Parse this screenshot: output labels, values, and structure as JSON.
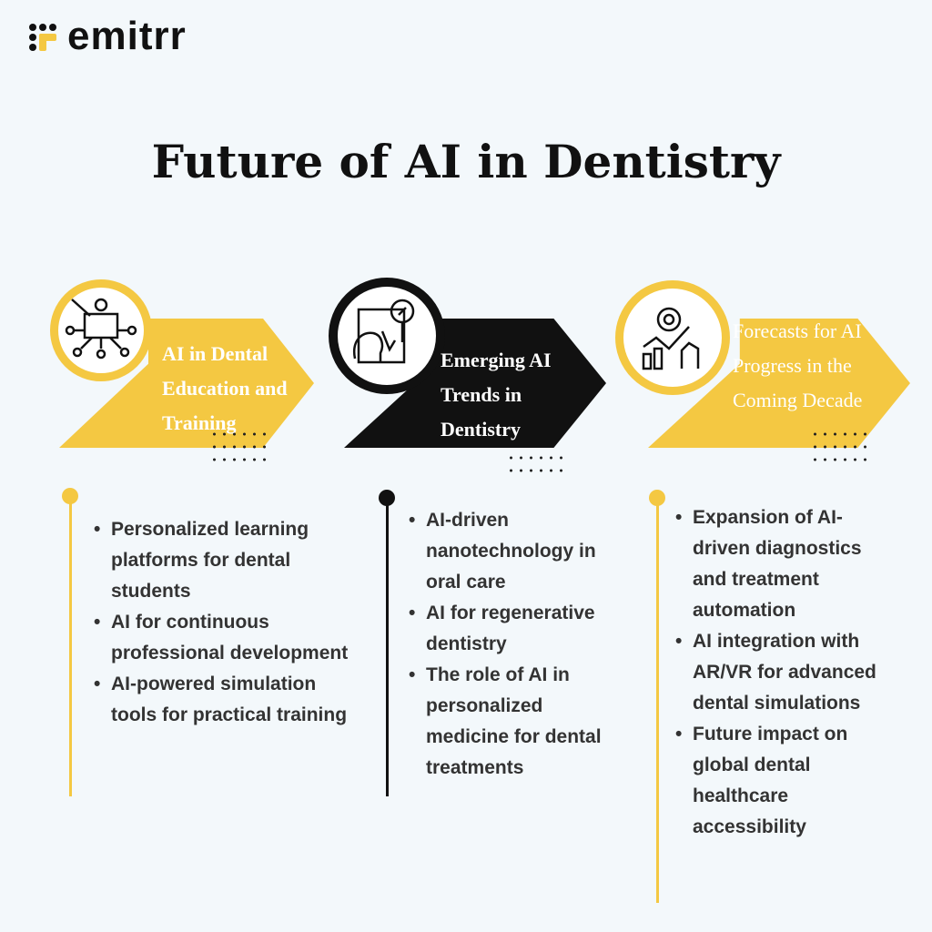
{
  "brand": {
    "name": "emitrr",
    "accent": "#f4c842"
  },
  "title": "Future of AI in Dentistry",
  "sections": [
    {
      "heading": "AI in Dental Education and Training",
      "color": "#f4c842",
      "icon": "teacher-network-icon",
      "items": [
        "Personalized learning platforms for dental students",
        "AI for continuous professional development",
        "AI-powered simulation tools for practical training"
      ]
    },
    {
      "heading": "Emerging AI Trends in Dentistry",
      "color": "#111111",
      "icon": "ai-brain-search-icon",
      "items": [
        "AI-driven nanotechnology in oral care",
        "AI for regenerative dentistry",
        "The role of AI in personalized medicine for dental treatments"
      ]
    },
    {
      "heading": "Forecasts for AI Progress in the Coming Decade",
      "color": "#f4c842",
      "icon": "gear-chart-robot-hand-icon",
      "items": [
        "Expansion of AI-driven diagnostics and treatment automation",
        "AI integration with AR/VR for advanced dental simulations",
        "Future impact on global dental healthcare accessibility"
      ]
    }
  ]
}
